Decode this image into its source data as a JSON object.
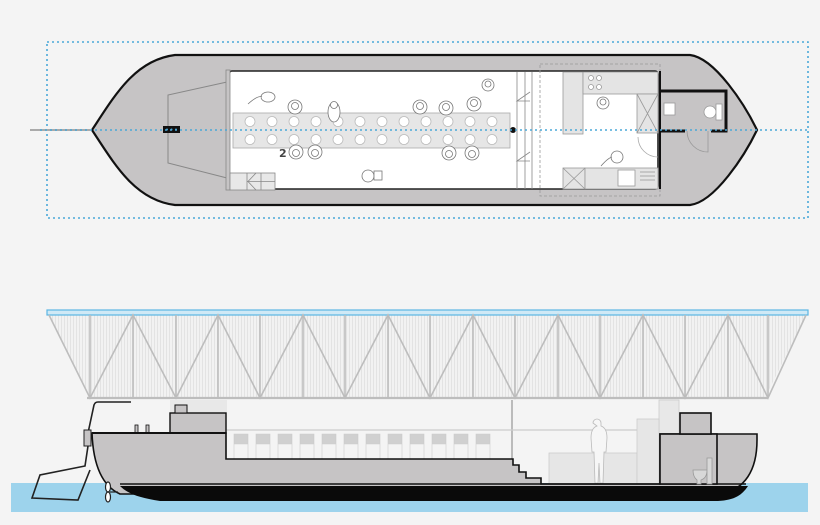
{
  "diagram": {
    "type": "boat-architecture-drawing",
    "views": [
      "plan-view",
      "side-section"
    ],
    "colors": {
      "background": "#f4f4f4",
      "hull_fill": "#c6c4c5",
      "hull_outline": "#111111",
      "keel_black": "#0a0a0a",
      "water": "#9dd3ec",
      "guide_blue": "#4aa8d8",
      "roof_blue": "#5bb6e3",
      "interior_white": "#ffffff",
      "table_fill": "#e6e6e6",
      "fixture_fill": "#e4e4e4",
      "truss_line": "#bdbdbd"
    }
  },
  "plan_view": {
    "annotation_label": "2",
    "table": {
      "seats_per_row": 12,
      "rows": 2
    },
    "rooms": [
      "dining-hall",
      "kitchen",
      "toilet",
      "storage-bow"
    ],
    "people_count": 13
  },
  "side_view": {
    "chairs_count": 12,
    "truss_bays": 9,
    "stair_steps": 4
  }
}
